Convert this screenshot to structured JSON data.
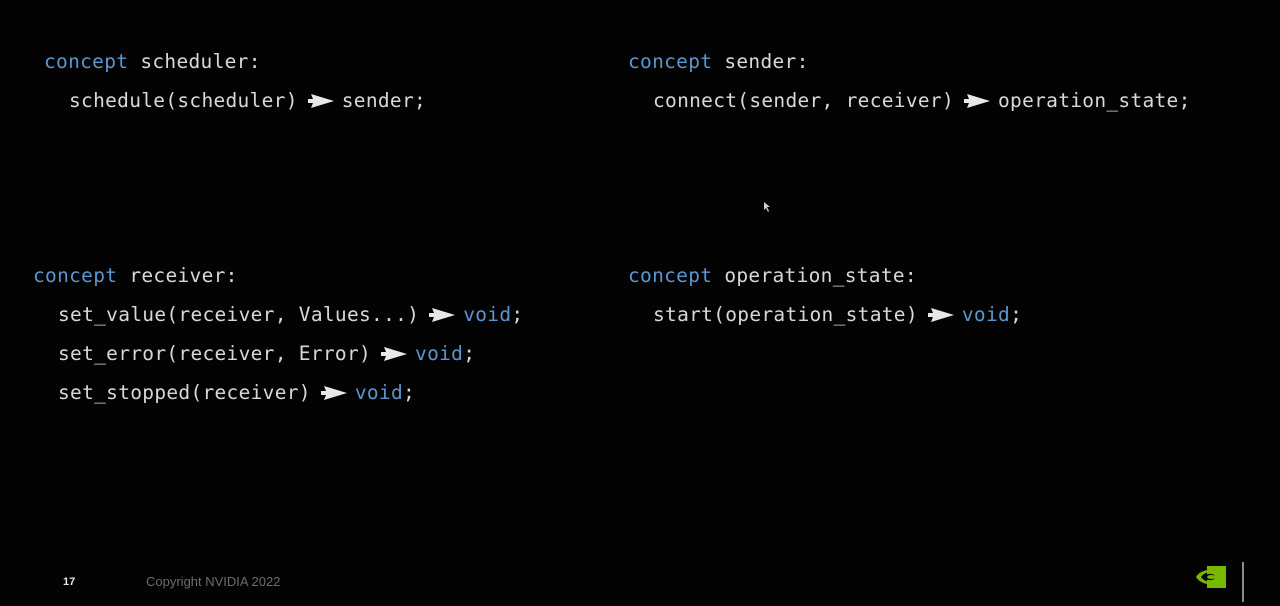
{
  "slide": {
    "number": "17",
    "copyright": "Copyright NVIDIA 2022",
    "colors": {
      "background": "#040304",
      "keyword": "#5b95d0",
      "text": "#d8d8d8",
      "brand_green": "#76b900"
    }
  },
  "concepts": {
    "scheduler": {
      "keyword": "concept",
      "name": "scheduler:",
      "lines": [
        {
          "signature": "schedule(scheduler)",
          "arrow": "arrow-right-icon",
          "returns": "sender;",
          "returns_is_keyword": false
        }
      ]
    },
    "sender": {
      "keyword": "concept",
      "name": "sender:",
      "lines": [
        {
          "signature": "connect(sender, receiver)",
          "arrow": "arrow-right-icon",
          "returns": "operation_state;",
          "returns_is_keyword": false
        }
      ]
    },
    "receiver": {
      "keyword": "concept",
      "name": "receiver:",
      "lines": [
        {
          "signature": "set_value(receiver, Values...)",
          "arrow": "arrow-right-icon",
          "returns": "void",
          "suffix": ";",
          "returns_is_keyword": true
        },
        {
          "signature": "set_error(receiver, Error)",
          "arrow": "arrow-right-icon",
          "returns": "void",
          "suffix": ";",
          "returns_is_keyword": true
        },
        {
          "signature": "set_stopped(receiver)",
          "arrow": "arrow-right-icon",
          "returns": "void",
          "suffix": ";",
          "returns_is_keyword": true
        }
      ]
    },
    "operation_state": {
      "keyword": "concept",
      "name": "operation_state:",
      "lines": [
        {
          "signature": "start(operation_state)",
          "arrow": "arrow-right-icon",
          "returns": "void",
          "suffix": ";",
          "returns_is_keyword": true
        }
      ]
    }
  },
  "icons": {
    "logo": "nvidia-logo-icon",
    "cursor": "mouse-pointer-icon"
  }
}
